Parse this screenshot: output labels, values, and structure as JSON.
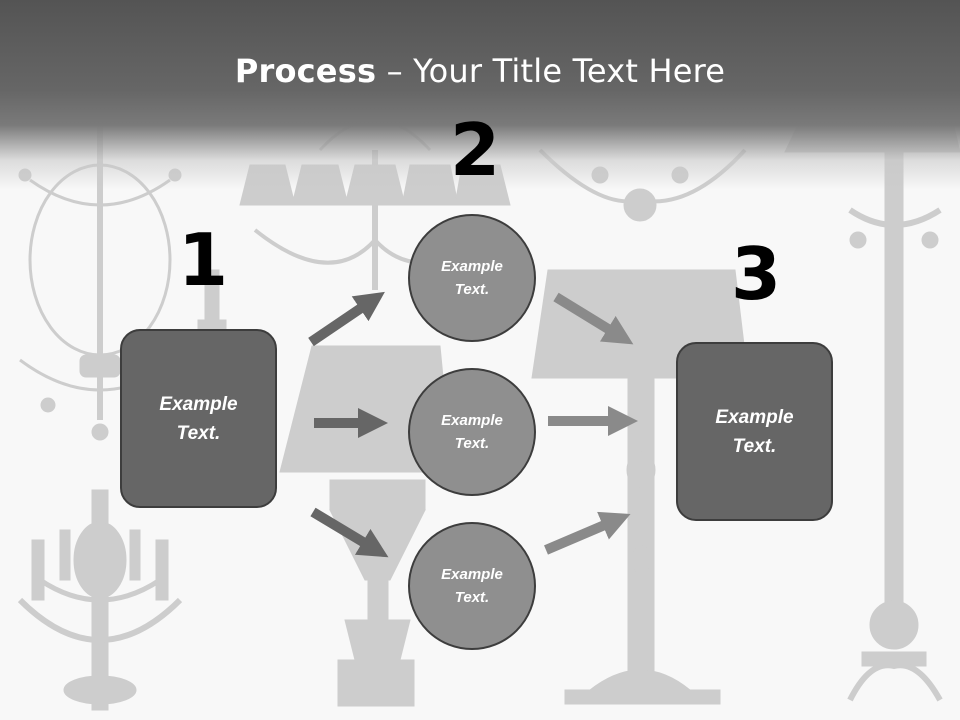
{
  "title": {
    "bold": "Process",
    "rest": " – Your Title Text Here"
  },
  "steps": [
    {
      "number": "1",
      "text": "Example Text."
    },
    {
      "number": "2",
      "text": "Example Text."
    },
    {
      "number": "3",
      "text": "Example Text."
    }
  ],
  "circles": [
    {
      "text": "Example Text."
    },
    {
      "text": "Example Text."
    },
    {
      "text": "Example Text."
    }
  ],
  "colors": {
    "header": "#555555",
    "box_fill": "#666666",
    "circle_fill": "#8f8f8f",
    "arrow_dark": "#666666",
    "arrow_light": "#8a8a8a",
    "background_art": "#c9c9c9"
  }
}
